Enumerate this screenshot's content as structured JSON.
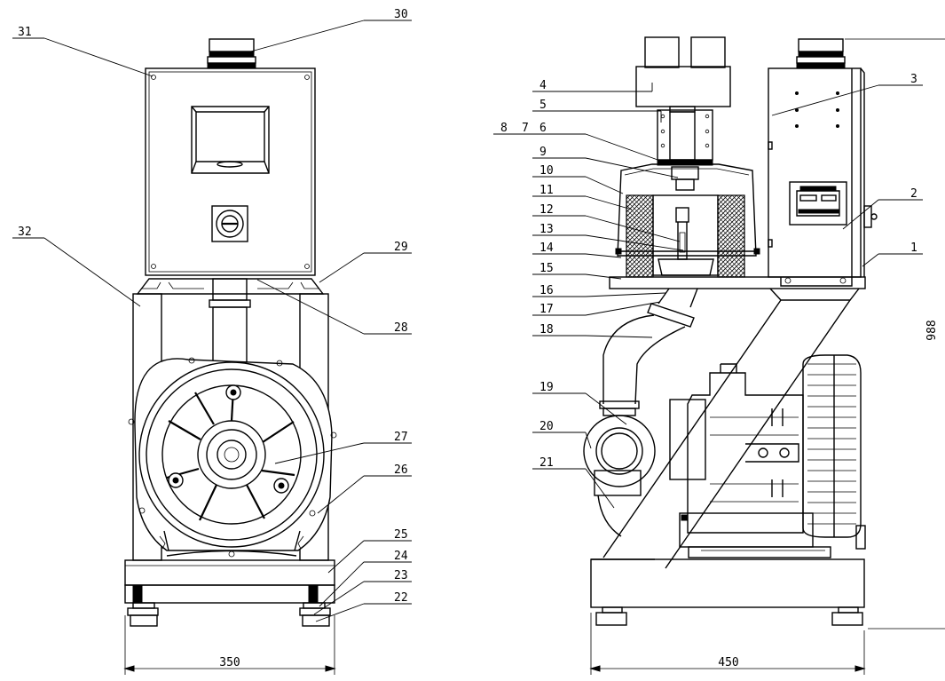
{
  "dimensions": {
    "front_width": "350",
    "side_width": "450",
    "height": "988"
  },
  "front_labels": [
    {
      "num": "31"
    },
    {
      "num": "30"
    },
    {
      "num": "32"
    },
    {
      "num": "29"
    },
    {
      "num": "28"
    },
    {
      "num": "27"
    },
    {
      "num": "26"
    },
    {
      "num": "25"
    },
    {
      "num": "24"
    },
    {
      "num": "23"
    },
    {
      "num": "22"
    }
  ],
  "side_labels": [
    {
      "num": "4"
    },
    {
      "num": "3"
    },
    {
      "num": "5"
    },
    {
      "num": "8"
    },
    {
      "num": "7"
    },
    {
      "num": "6"
    },
    {
      "num": "9"
    },
    {
      "num": "10"
    },
    {
      "num": "11"
    },
    {
      "num": "2"
    },
    {
      "num": "12"
    },
    {
      "num": "13"
    },
    {
      "num": "14"
    },
    {
      "num": "1"
    },
    {
      "num": "15"
    },
    {
      "num": "16"
    },
    {
      "num": "17"
    },
    {
      "num": "18"
    },
    {
      "num": "19"
    },
    {
      "num": "20"
    },
    {
      "num": "21"
    }
  ],
  "colors": {
    "line": "#000000",
    "background": "#ffffff"
  }
}
